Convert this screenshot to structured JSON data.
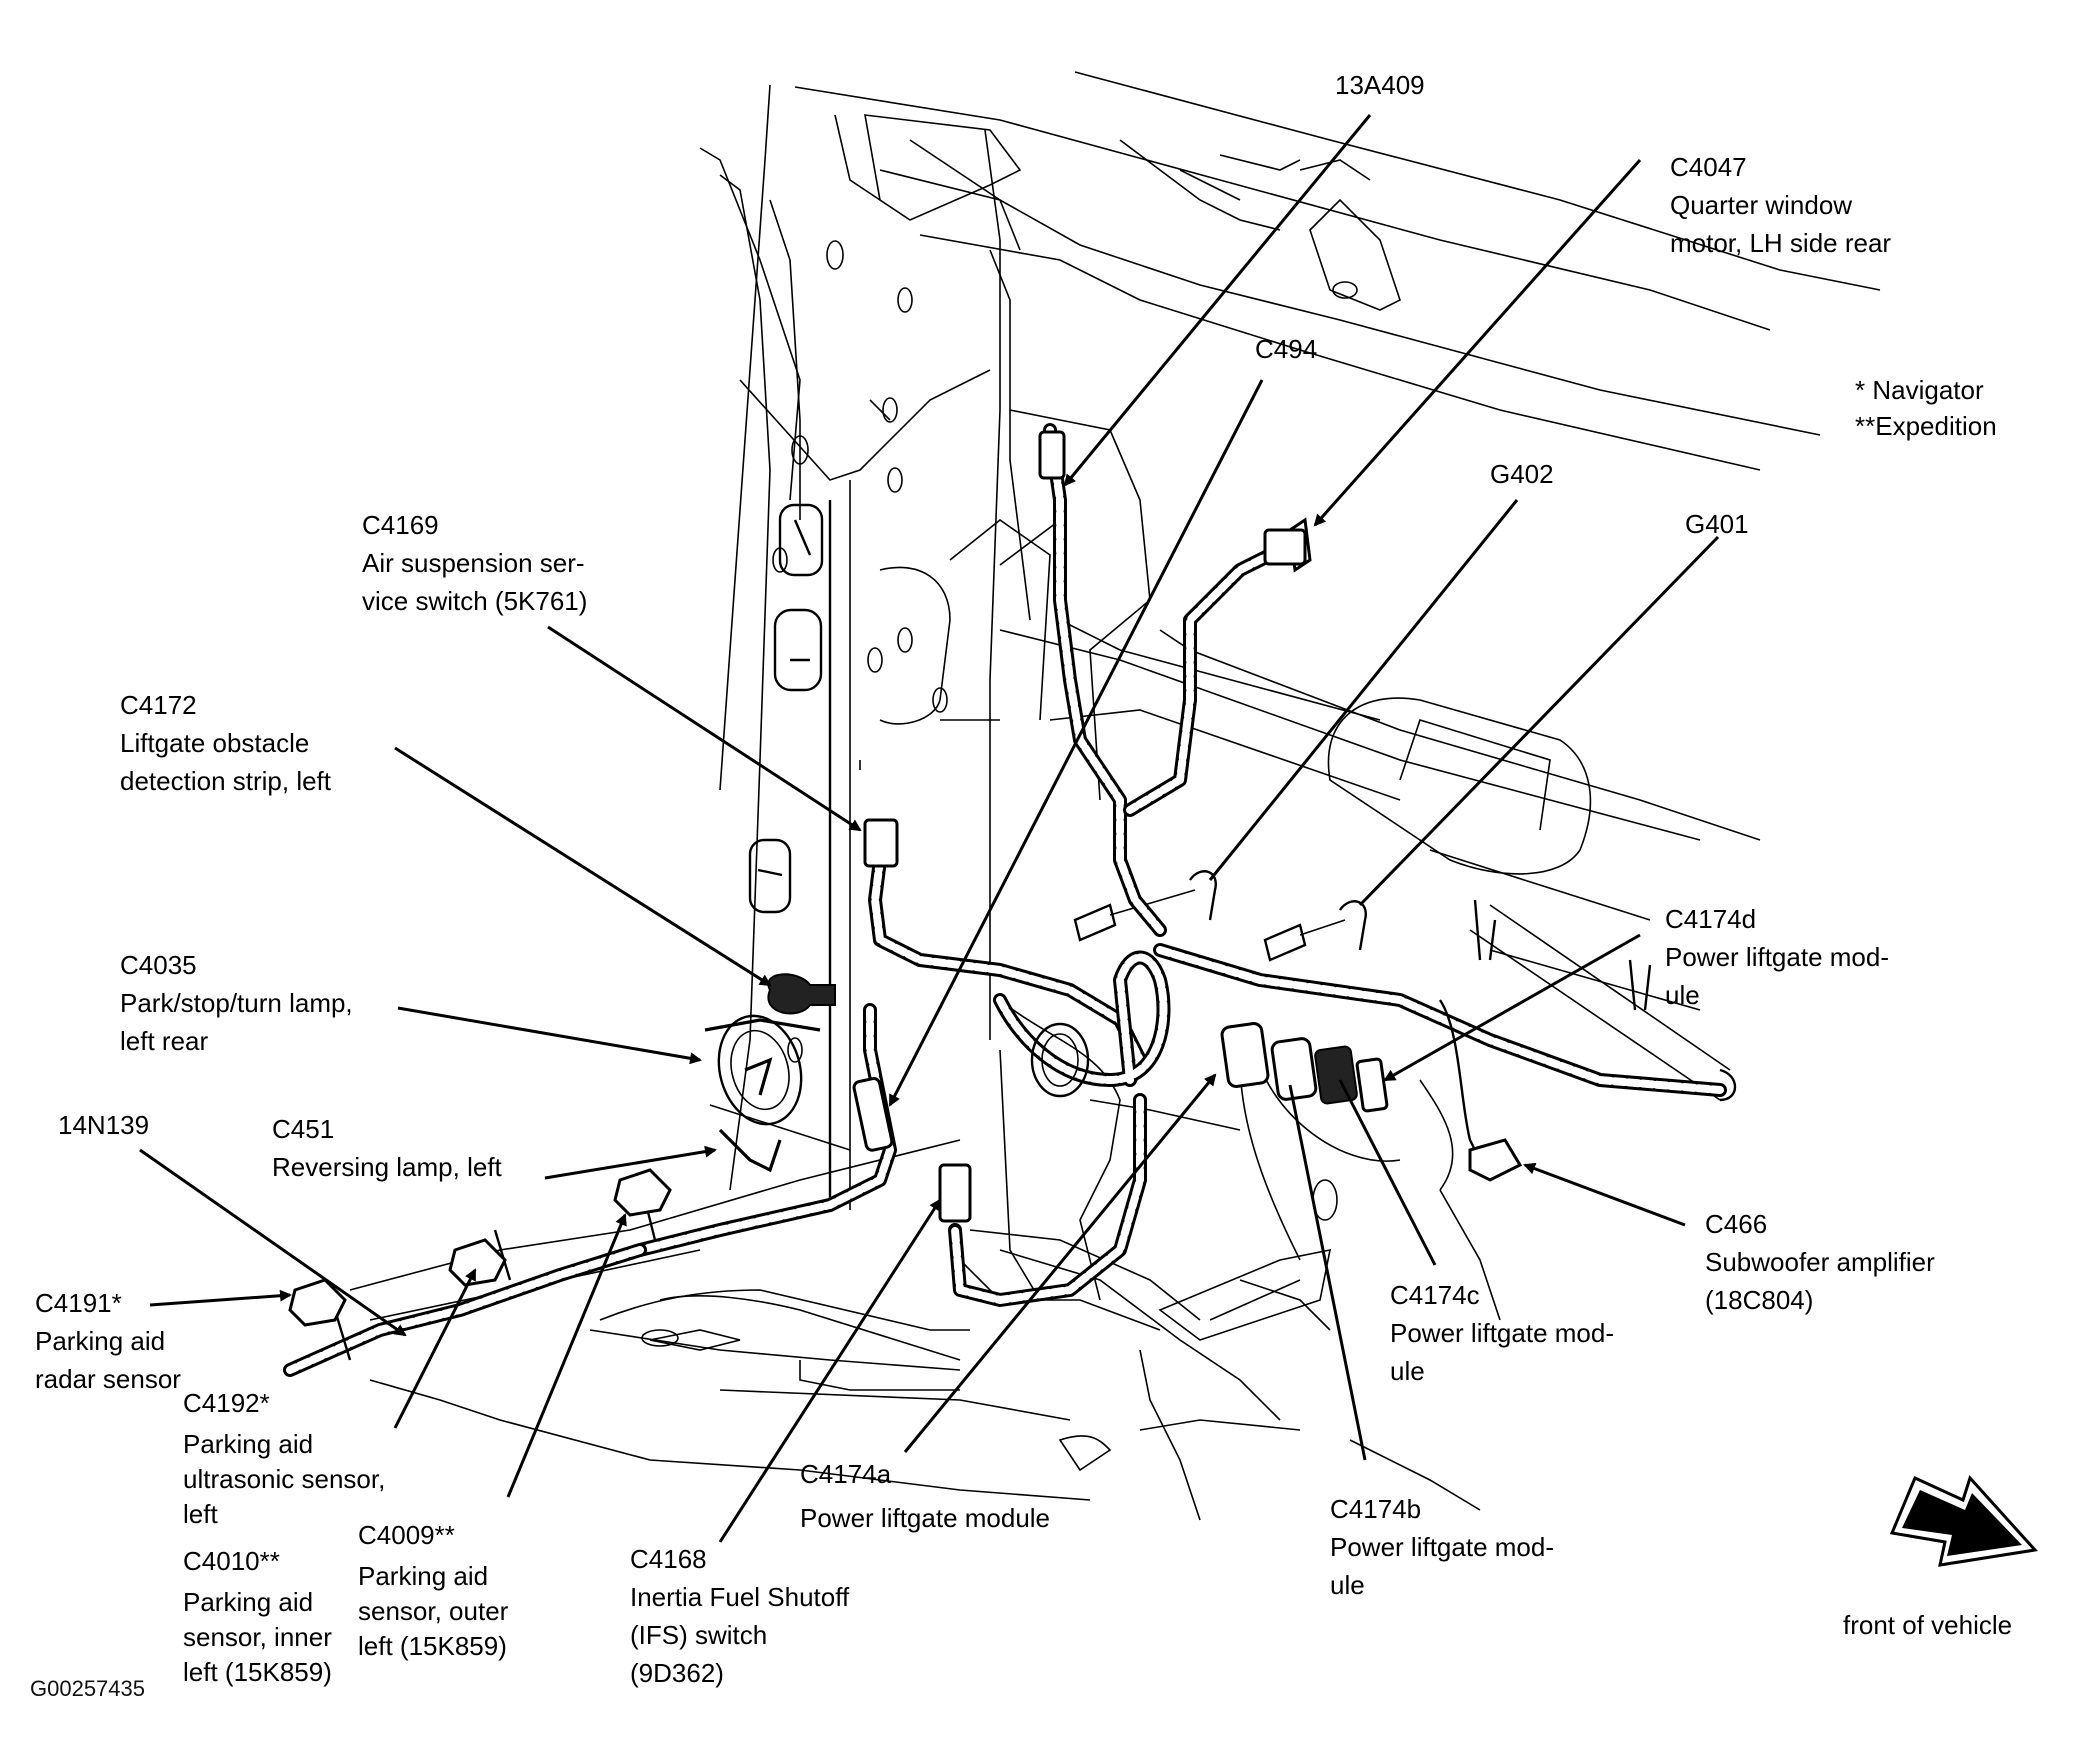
{
  "figure_id": "G00257435",
  "notes": {
    "navigator": "* Navigator",
    "expedition": "**Expedition"
  },
  "orientation": {
    "label": "front of vehicle",
    "icon": "front-arrow-icon"
  },
  "callouts": [
    {
      "id": "13a409",
      "code": "13A409",
      "desc": []
    },
    {
      "id": "c4047",
      "code": "C4047",
      "desc": [
        "Quarter window",
        "motor, LH side rear"
      ]
    },
    {
      "id": "c494",
      "code": "C494",
      "desc": []
    },
    {
      "id": "g402",
      "code": "G402",
      "desc": []
    },
    {
      "id": "g401",
      "code": "G401",
      "desc": []
    },
    {
      "id": "c4169",
      "code": "C4169",
      "desc": [
        "Air suspension ser-",
        "vice switch (5K761)"
      ]
    },
    {
      "id": "c4172",
      "code": "C4172",
      "desc": [
        "Liftgate obstacle",
        "detection strip, left"
      ]
    },
    {
      "id": "c4035",
      "code": "C4035",
      "desc": [
        "Park/stop/turn lamp,",
        "left rear"
      ]
    },
    {
      "id": "14n139",
      "code": "14N139",
      "desc": []
    },
    {
      "id": "c451",
      "code": "C451",
      "desc": [
        "Reversing lamp, left"
      ]
    },
    {
      "id": "c4191",
      "code": "C4191*",
      "desc": [
        "Parking aid",
        "radar sensor"
      ]
    },
    {
      "id": "c4192",
      "code": "C4192*",
      "desc": [
        "Parking aid",
        "ultrasonic sensor,",
        "left"
      ]
    },
    {
      "id": "c4010",
      "code": "C4010**",
      "desc": [
        "Parking aid",
        "sensor, inner",
        "left (15K859)"
      ]
    },
    {
      "id": "c4009",
      "code": "C4009**",
      "desc": [
        "Parking aid",
        "sensor, outer",
        "left (15K859)"
      ]
    },
    {
      "id": "c4168",
      "code": "C4168",
      "desc": [
        "Inertia Fuel Shutoff",
        "(IFS) switch",
        "(9D362)"
      ]
    },
    {
      "id": "c4174a",
      "code": "C4174a",
      "desc": [
        "Power liftgate module"
      ]
    },
    {
      "id": "c4174b",
      "code": "C4174b",
      "desc": [
        "Power liftgate mod-",
        "ule"
      ]
    },
    {
      "id": "c4174c",
      "code": "C4174c",
      "desc": [
        "Power liftgate mod-",
        "ule"
      ]
    },
    {
      "id": "c4174d",
      "code": "C4174d",
      "desc": [
        "Power liftgate mod-",
        "ule"
      ]
    },
    {
      "id": "c466",
      "code": "C466",
      "desc": [
        "Subwoofer amplifier",
        "(18C804)"
      ]
    }
  ]
}
